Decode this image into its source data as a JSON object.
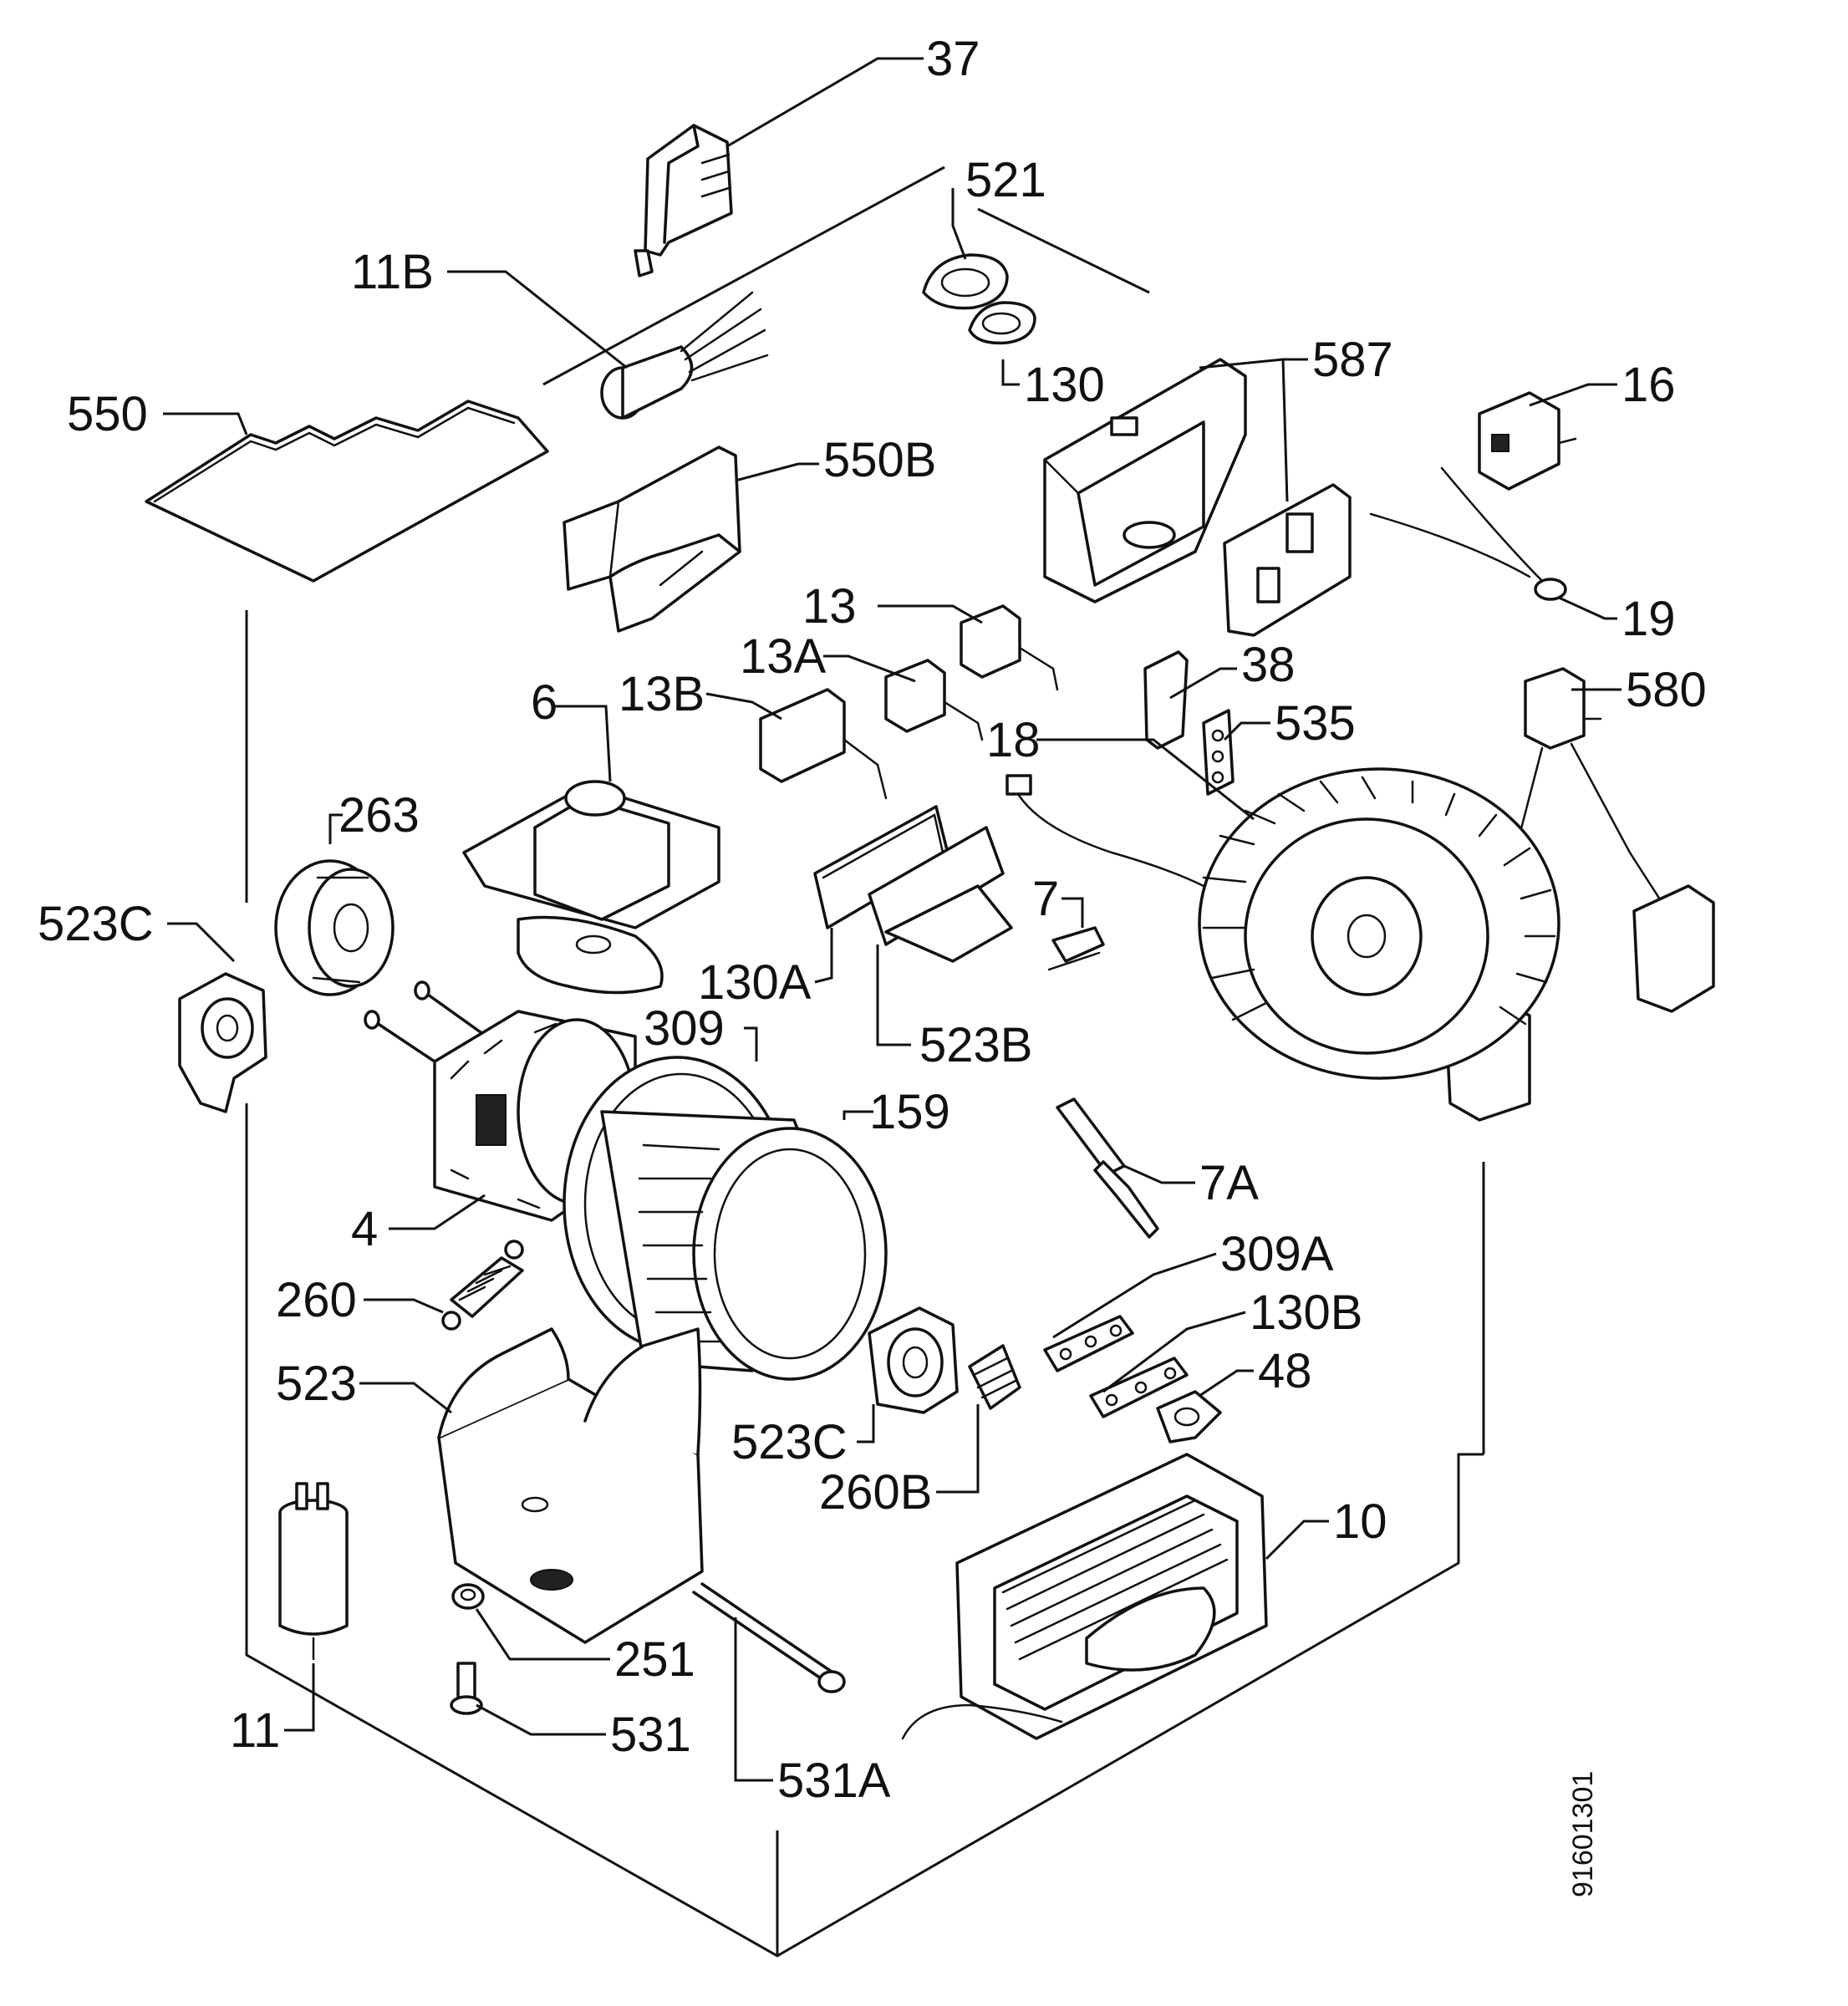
{
  "diagram": {
    "document_number": "91601301",
    "callouts": {
      "c37": "37",
      "c521": "521",
      "c11b": "11B",
      "c130": "130",
      "c587": "587",
      "c16": "16",
      "c550": "550",
      "c550b": "550B",
      "c19": "19",
      "c13": "13",
      "c13a": "13A",
      "c38": "38",
      "c13b": "13B",
      "c6": "6",
      "c580": "580",
      "c535": "535",
      "c18": "18",
      "c263": "263",
      "c7": "7",
      "c523c_left": "523C",
      "c130a": "130A",
      "c309": "309",
      "c523b": "523B",
      "c159": "159",
      "c7a": "7A",
      "c4": "4",
      "c309a": "309A",
      "c260": "260",
      "c130b": "130B",
      "c48": "48",
      "c523": "523",
      "c523c_mid": "523C",
      "c260b": "260B",
      "c10": "10",
      "c251": "251",
      "c11": "11",
      "c531": "531",
      "c531a": "531A"
    }
  }
}
